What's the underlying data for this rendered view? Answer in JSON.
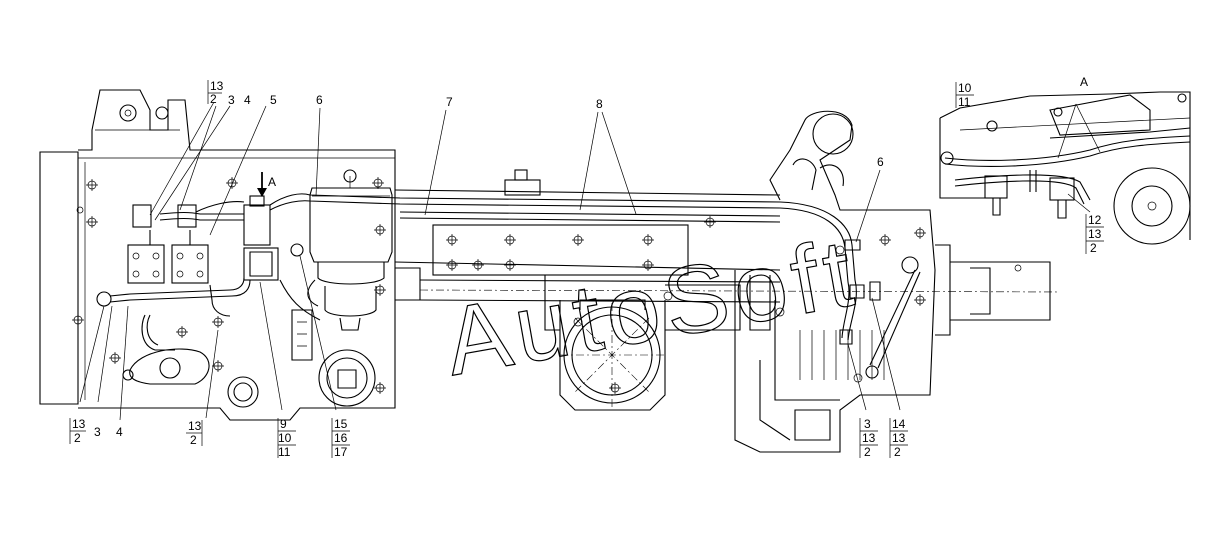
{
  "watermark": "AutoSoft",
  "view_label": "A",
  "callouts": {
    "top_13": "13",
    "top_2": "2",
    "top_3": "3",
    "top_4": "4",
    "top_5": "5",
    "top_6_left": "6",
    "top_A_arrow": "A",
    "top_7": "7",
    "top_8": "8",
    "top_6_right": "6",
    "inset_10": "10",
    "inset_11": "11",
    "inset_12": "12",
    "inset_13": "13",
    "inset_2": "2",
    "bot_13_a": "13",
    "bot_2_a": "2",
    "bot_3": "3",
    "bot_4": "4",
    "bot_13_b": "13",
    "bot_2_b": "2",
    "bot_9": "9",
    "bot_10": "10",
    "bot_11": "11",
    "bot_15": "15",
    "bot_16": "16",
    "bot_17": "17",
    "bot_3r": "3",
    "bot_13r_a": "13",
    "bot_2r_a": "2",
    "bot_14": "14",
    "bot_13r_b": "13",
    "bot_2r_b": "2"
  }
}
